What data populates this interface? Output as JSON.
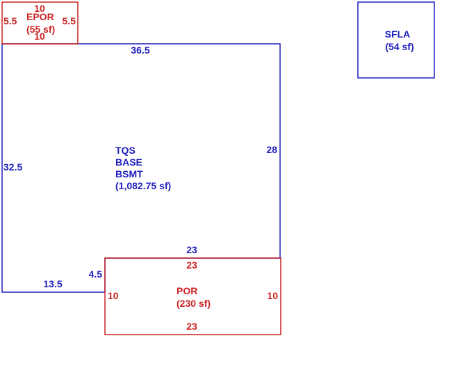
{
  "colors": {
    "blue": "#1f1fbf",
    "red": "#cc2222",
    "background": "#ffffff"
  },
  "areas": {
    "epor": {
      "label": "EPOR",
      "area": "(55 sf)",
      "dim_top": "10",
      "dim_bottom": "10",
      "dim_left": "5.5",
      "dim_right": "5.5"
    },
    "sfla": {
      "label": "SFLA",
      "area": "(54 sf)"
    },
    "base": {
      "label_line1": "TQS",
      "label_line2": "BASE",
      "label_line3": "BSMT",
      "area": "(1,082.75 sf)",
      "dim_top": "36.5",
      "dim_left": "32.5",
      "dim_right": "28",
      "dim_inner_top": "23",
      "dim_bottom_left": "13.5",
      "dim_step": "4.5"
    },
    "por": {
      "label": "POR",
      "area": "(230 sf)",
      "dim_top": "23",
      "dim_bottom": "23",
      "dim_left": "10",
      "dim_right": "10"
    }
  }
}
